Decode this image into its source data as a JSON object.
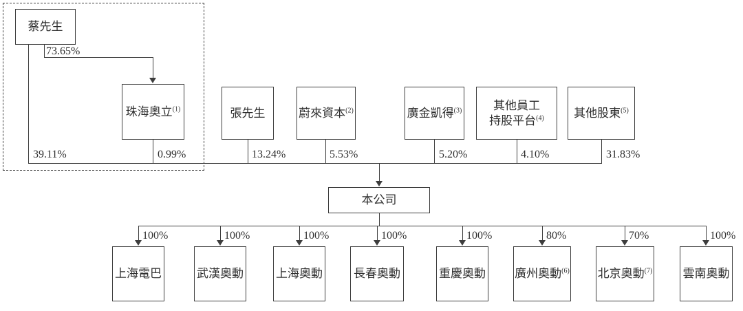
{
  "diagram_type": "shareholding-structure",
  "colors": {
    "line": "#3d3d3d",
    "text": "#2f2f2f",
    "background": "#ffffff"
  },
  "shareholders": {
    "cai": {
      "label": "蔡先生"
    },
    "zhuhai_aoli": {
      "label": "珠海奧立",
      "note": "(1)"
    },
    "zhang": {
      "label": "張先生"
    },
    "nio_capital": {
      "label": "蔚來資本",
      "note": "(2)"
    },
    "guangjin_kaide": {
      "label": "廣金凱得",
      "note": "(3)"
    },
    "employee_platform": {
      "line1": "其他員工",
      "line2": "持股平台",
      "note": "(4)"
    },
    "other_shareholders": {
      "label": "其他股東",
      "note": "(5)"
    }
  },
  "company": {
    "label": "本公司"
  },
  "ownership": {
    "cai_in_zhuhai_aoli": "73.65%",
    "cai_in_company": "39.11%",
    "zhuhai_aoli_in_company": "0.99%",
    "zhang_in_company": "13.24%",
    "nio_capital_in_company": "5.53%",
    "guangjin_kaide_in_company": "5.20%",
    "employee_platform_in_company": "4.10%",
    "other_shareholders_in_company": "31.83%"
  },
  "subsidiaries": [
    {
      "label": "上海電巴",
      "ownership": "100%"
    },
    {
      "label": "武漢奧動",
      "ownership": "100%"
    },
    {
      "label": "上海奧動",
      "ownership": "100%"
    },
    {
      "label": "長春奧動",
      "ownership": "100%"
    },
    {
      "label": "重慶奧動",
      "ownership": "100%"
    },
    {
      "label": "廣州奧動",
      "note": "(6)",
      "ownership": "80%"
    },
    {
      "label": "北京奧動",
      "note": "(7)",
      "ownership": "70%"
    },
    {
      "label": "雲南奧動",
      "ownership": "100%"
    }
  ]
}
